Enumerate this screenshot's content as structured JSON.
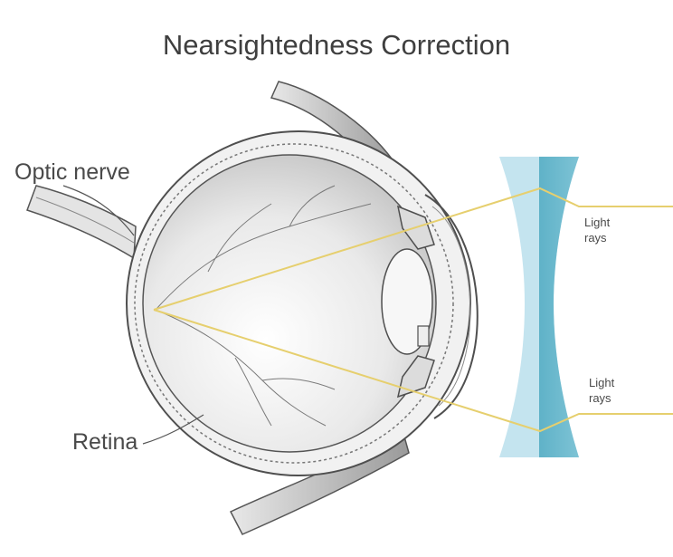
{
  "title": "Nearsightedness Correction",
  "labels": {
    "optic_nerve": "Optic nerve",
    "retina": "Retina",
    "light_rays_top": "Light rays",
    "light_rays_bottom": "Light rays"
  },
  "colors": {
    "ray": "#e6cf6e",
    "lens_light": "#c4e4ef",
    "lens_dark": "#69b7cc",
    "eye_outline": "#5a5a5a",
    "eye_fill": "#eeeeee"
  }
}
